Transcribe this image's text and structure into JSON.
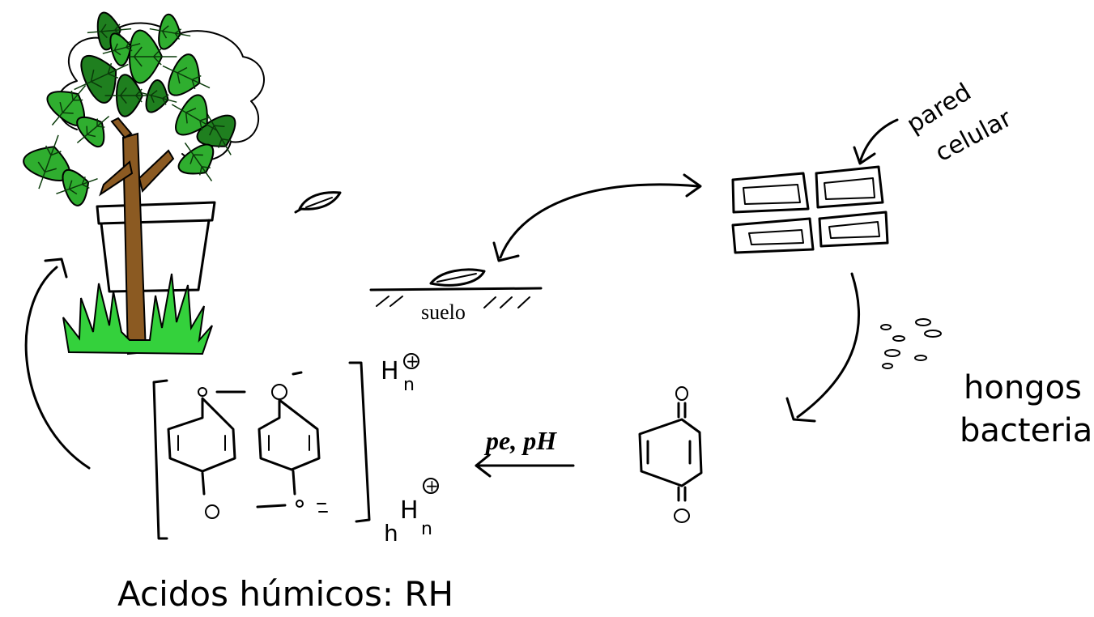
{
  "labels": {
    "cell_wall": [
      "pared",
      "celular"
    ],
    "soil": "suelo",
    "microbes": [
      "hongos",
      "bacteria"
    ],
    "conditions": "pe, pH",
    "humic_acids": "Acidos húmicos: RH",
    "proton_top": "H",
    "proton_sub_top": "n",
    "proton_bottom": "H",
    "proton_sub_bottom": "n",
    "proton_pre_bottom": "h",
    "charge": "+"
  },
  "colors": {
    "leaf": "#2fae2f",
    "leaf_dark": "#1f7f1f",
    "leaf_vein": "#0a3a0a",
    "grass": "#34d13c",
    "trunk": "#8b5a22",
    "ink": "#000000"
  },
  "icons": {
    "plant": "potted-tree-icon",
    "leaf": "falling-leaf-icon",
    "cell_wall": "plant-cells-icon",
    "microbes": "microbe-dots-icon"
  }
}
